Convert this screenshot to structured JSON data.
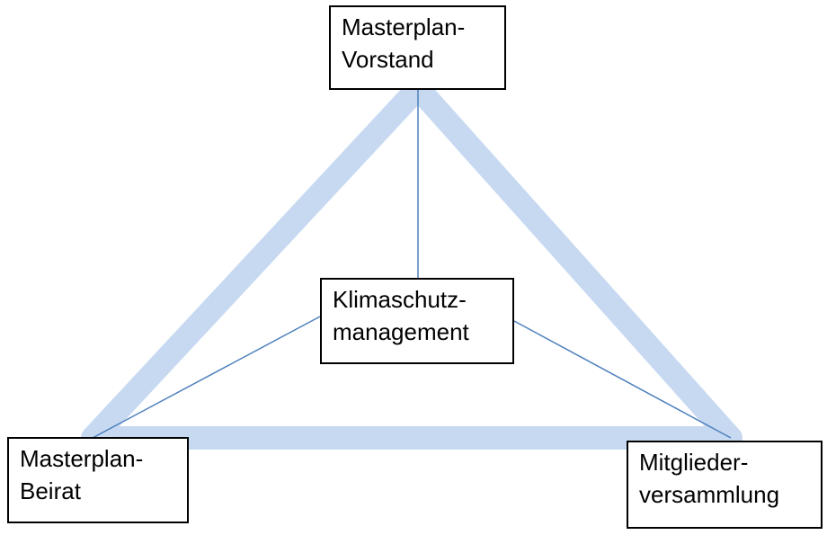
{
  "colors": {
    "triangle_stroke": "#c6d9f1",
    "connector_stroke": "#4f81bd",
    "box_border": "#000000"
  },
  "nodes": {
    "top": {
      "line1": "Masterplan-",
      "line2": "Vorstand"
    },
    "center": {
      "line1": "Klimaschutz-",
      "line2": "management"
    },
    "left": {
      "line1": "Masterplan-",
      "line2": "Beirat"
    },
    "right": {
      "line1": "Mitglieder-",
      "line2": "versammlung"
    }
  }
}
